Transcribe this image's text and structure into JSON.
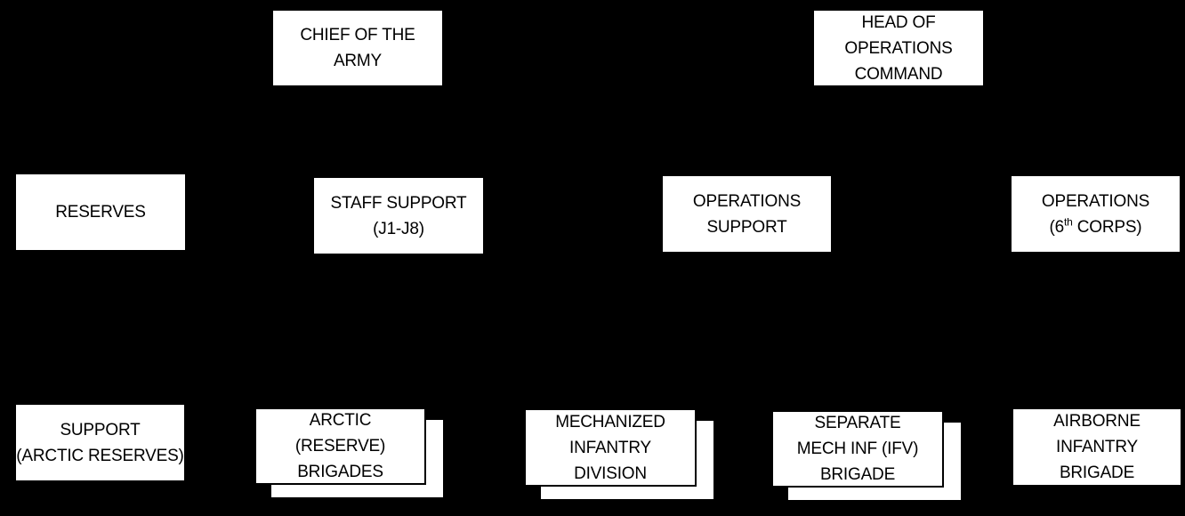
{
  "diagram": {
    "type": "org-chart",
    "colors": {
      "background": "#000000",
      "box_fill": "#ffffff",
      "box_text": "#000000"
    },
    "nodes": [
      {
        "id": "chief-of-the-army",
        "lines": [
          "CHIEF OF THE",
          "ARMY"
        ],
        "stacked": false
      },
      {
        "id": "head-of-operations-command",
        "lines": [
          "HEAD OF",
          "OPERATIONS",
          "COMMAND"
        ],
        "stacked": false
      },
      {
        "id": "reserves",
        "lines": [
          "RESERVES"
        ],
        "stacked": false
      },
      {
        "id": "staff-support-j1-j8",
        "lines": [
          "STAFF SUPPORT",
          "(J1-J8)"
        ],
        "stacked": false
      },
      {
        "id": "operations-support",
        "lines": [
          "OPERATIONS",
          "SUPPORT"
        ],
        "stacked": false
      },
      {
        "id": "operations-6th-corps",
        "lines": [
          "OPERATIONS"
        ],
        "line2_parts": {
          "pre": "(6",
          "sup": "th",
          "post": " CORPS)"
        },
        "stacked": false
      },
      {
        "id": "support-arctic-reserves",
        "lines": [
          "SUPPORT",
          "(ARCTIC RESERVES)"
        ],
        "stacked": false
      },
      {
        "id": "arctic-reserve-brigades",
        "lines": [
          "ARCTIC",
          "(RESERVE)",
          "BRIGADES"
        ],
        "stacked": true
      },
      {
        "id": "mechanized-infantry-division",
        "lines": [
          "MECHANIZED",
          "INFANTRY",
          "DIVISION"
        ],
        "stacked": true
      },
      {
        "id": "separate-mech-inf-ifv-brigade",
        "lines": [
          "SEPARATE",
          "MECH INF (IFV)",
          "BRIGADE"
        ],
        "stacked": true
      },
      {
        "id": "airborne-infantry-brigade",
        "lines": [
          "AIRBORNE",
          "INFANTRY",
          "BRIGADE"
        ],
        "stacked": false
      }
    ]
  }
}
